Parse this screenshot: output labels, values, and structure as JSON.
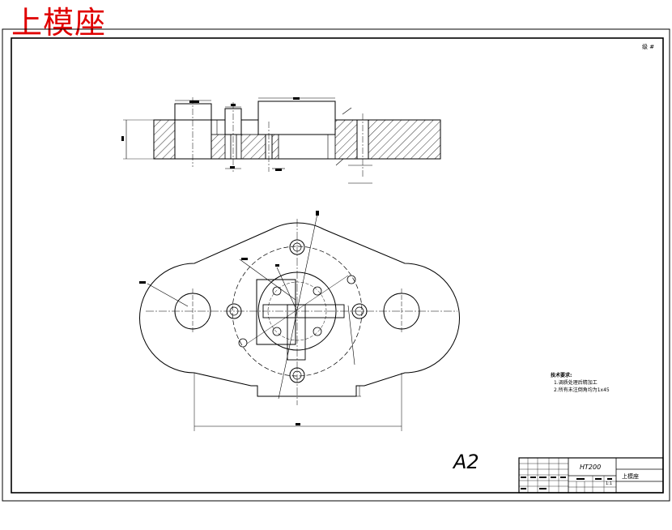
{
  "sheet": {
    "title": "上模座",
    "corner_mark": "级 #",
    "paper_size": "A2"
  },
  "technical_requirements": {
    "heading": "技术要求:",
    "items": [
      "1.调质处理后精加工",
      "2.所有未注倒角均为1x45"
    ]
  },
  "title_block": {
    "material": "HT200",
    "part_name": "上模座",
    "scale": "1:1"
  },
  "colors": {
    "title_red": "#e00000",
    "line": "#000000"
  }
}
